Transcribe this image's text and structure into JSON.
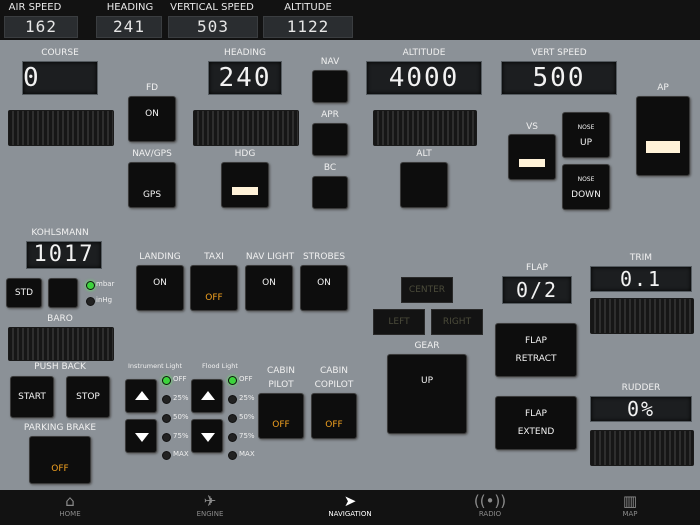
{
  "topbar": {
    "air_speed_label": "AIR SPEED",
    "air_speed_value": "162",
    "heading_label": "HEADING",
    "heading_value": "241",
    "vs_label": "VERTICAL SPEED",
    "vs_value": "503",
    "altitude_label": "ALTITUDE",
    "altitude_value": "1122"
  },
  "course": {
    "label": "COURSE",
    "value": "0"
  },
  "fd": {
    "label": "FD",
    "state": "ON"
  },
  "nav_gps": {
    "label": "NAV/GPS",
    "button": "GPS"
  },
  "heading": {
    "label": "HEADING",
    "value": "240"
  },
  "hdg": {
    "label": "HDG"
  },
  "nav": {
    "label": "NAV"
  },
  "apr": {
    "label": "APR"
  },
  "bc": {
    "label": "BC"
  },
  "altitude": {
    "label": "ALTITUDE",
    "value": "4000"
  },
  "alt": {
    "label": "ALT"
  },
  "vert_speed": {
    "label": "VERT SPEED",
    "value": "500"
  },
  "vs": {
    "label": "VS"
  },
  "nose_up": {
    "small": "NOSE",
    "big": "UP"
  },
  "nose_down": {
    "small": "NOSE",
    "big": "DOWN"
  },
  "ap": {
    "label": "AP"
  },
  "kohlsmann": {
    "label": "KOHLSMANN",
    "value": "1017"
  },
  "baro": {
    "label": "BARO",
    "std": "STD",
    "mbar": "mbar",
    "inhg": "inHg"
  },
  "lights": {
    "landing": {
      "label": "LANDING",
      "state": "ON"
    },
    "taxi": {
      "label": "TAXI",
      "state": "OFF"
    },
    "nav_light": {
      "label": "NAV LIGHT",
      "state": "ON"
    },
    "strobes": {
      "label": "STROBES",
      "state": "ON"
    }
  },
  "push_back": {
    "label": "PUSH BACK",
    "start": "START",
    "stop": "STOP"
  },
  "parking_brake": {
    "label": "PARKING BRAKE",
    "state": "OFF"
  },
  "instrument_light": {
    "label": "Instrument Light",
    "levels": [
      "OFF",
      "25%",
      "50%",
      "75%",
      "MAX"
    ]
  },
  "flood_light": {
    "label": "Flood Light",
    "levels": [
      "OFF",
      "25%",
      "50%",
      "75%",
      "MAX"
    ]
  },
  "cabin_pilot": {
    "label1": "CABIN",
    "label2": "PILOT",
    "state": "OFF"
  },
  "cabin_copilot": {
    "label1": "CABIN",
    "label2": "COPILOT",
    "state": "OFF"
  },
  "steer": {
    "center": "CENTER",
    "left": "LEFT",
    "right": "RIGHT"
  },
  "gear": {
    "label": "GEAR",
    "state": "UP"
  },
  "flap": {
    "label": "FLAP",
    "value": "0/2",
    "retract1": "FLAP",
    "retract2": "RETRACT",
    "extend1": "FLAP",
    "extend2": "EXTEND"
  },
  "trim": {
    "label": "TRIM",
    "value": "0.1"
  },
  "rudder": {
    "label": "RUDDER",
    "value": "0%"
  },
  "tabs": [
    "HOME",
    "ENGINE",
    "NAVIGATION",
    "RADIO",
    "MAP"
  ],
  "selected_tab": "NAVIGATION"
}
